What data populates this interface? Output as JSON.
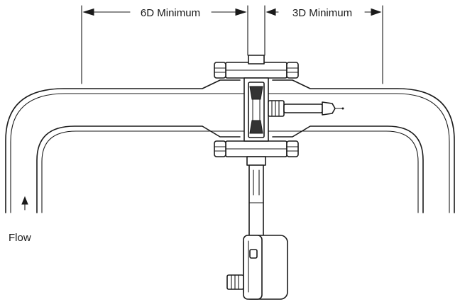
{
  "diagram": {
    "upstream_label": "6D Minimum",
    "downstream_label": "3D Minimum",
    "flow_label": "Flow"
  },
  "colors": {
    "line": "#1a1a1a",
    "background": "#ffffff"
  }
}
